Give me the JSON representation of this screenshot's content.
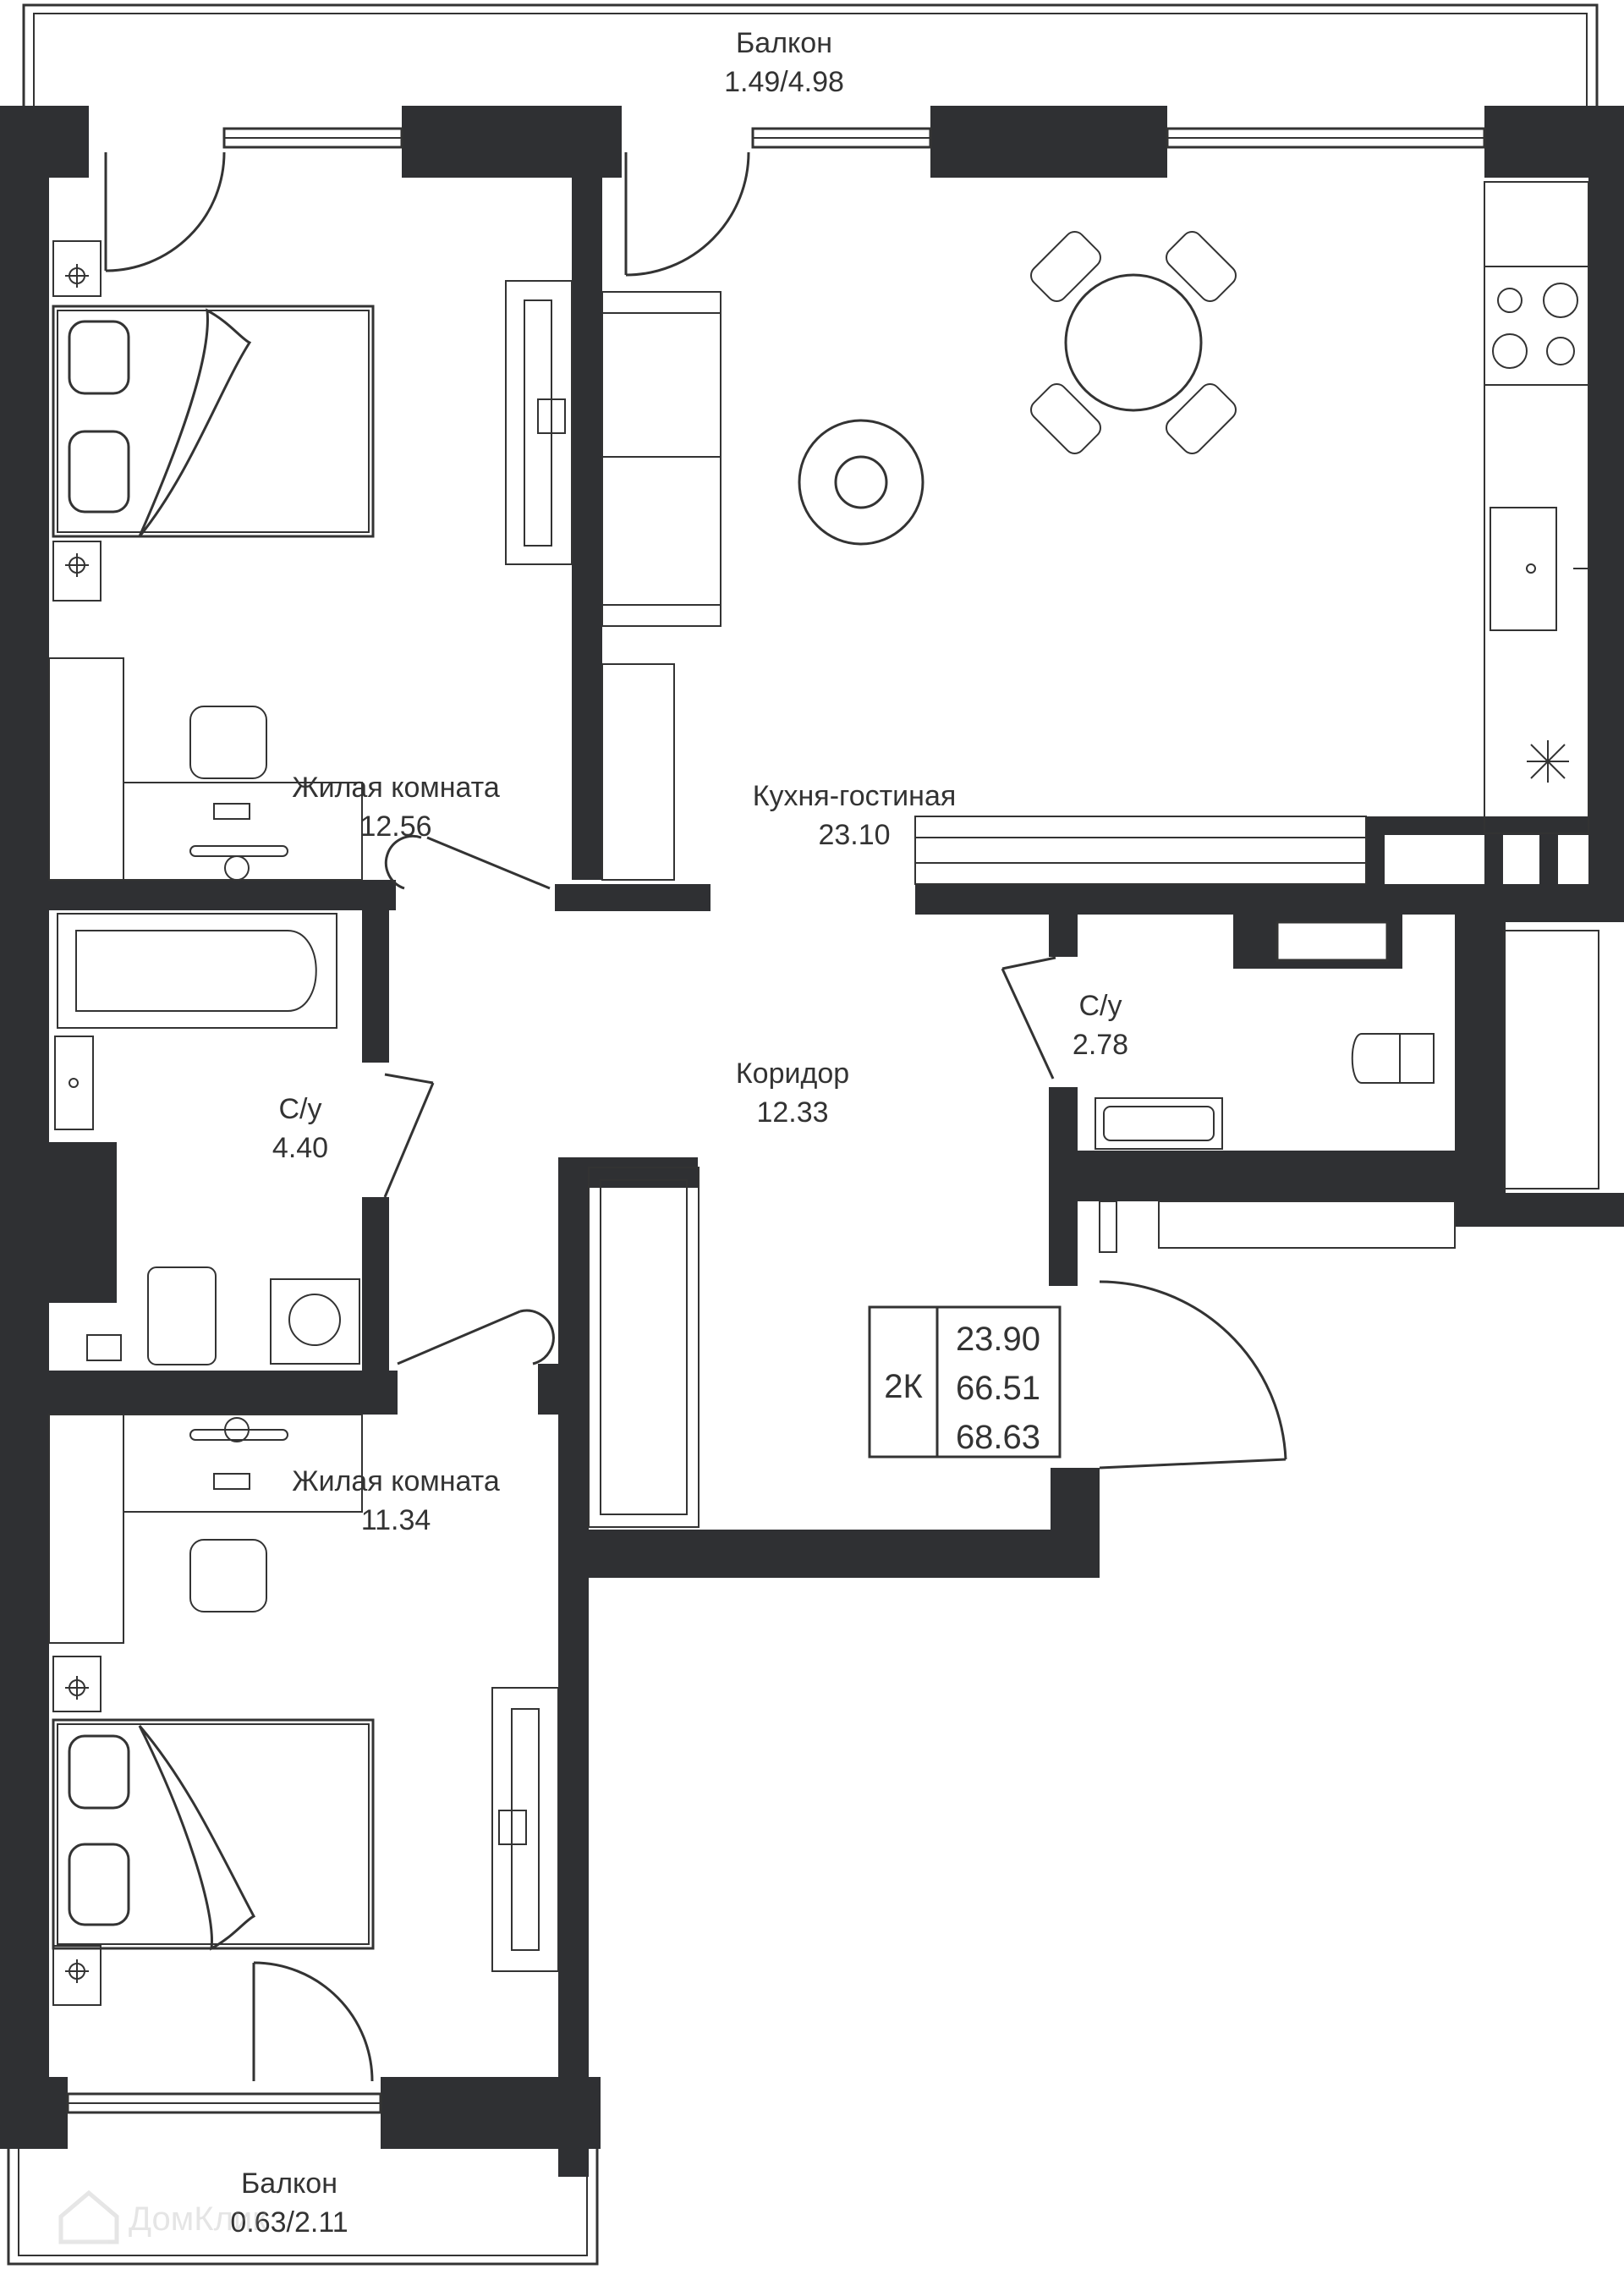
{
  "rooms": {
    "balcony_top": {
      "name": "Балкон",
      "area": "1.49/4.98"
    },
    "bedroom_1": {
      "name": "Жилая комната",
      "area": "12.56"
    },
    "kitchen_living": {
      "name": "Кухня-гостиная",
      "area": "23.10"
    },
    "bath_1": {
      "name": "С/у",
      "area": "4.40"
    },
    "corridor": {
      "name": "Коридор",
      "area": "12.33"
    },
    "bath_2": {
      "name": "С/у",
      "area": "2.78"
    },
    "bedroom_2": {
      "name": "Жилая комната",
      "area": "11.34"
    },
    "balcony_bottom": {
      "name": "Балкон",
      "area": "0.63/2.11"
    }
  },
  "summary": {
    "type": "2К",
    "living_area": "23.90",
    "total_area": "66.51",
    "total_with_balcony": "68.63"
  },
  "watermark": "ДомКлик",
  "colors": {
    "wall": "#2f3033",
    "line": "#333333",
    "background": "#ffffff"
  }
}
